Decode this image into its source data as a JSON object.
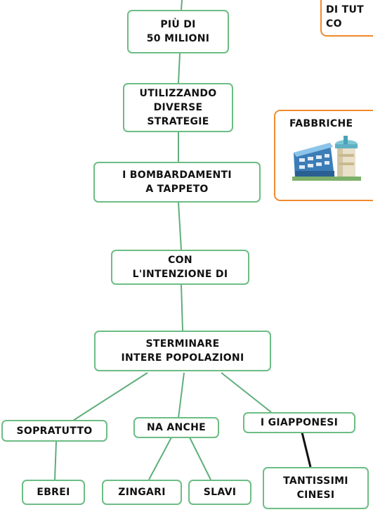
{
  "colors": {
    "green_border": "#6cbd84",
    "green_link": "#5fae79",
    "orange_border": "#f28a2e",
    "dark_link": "#111111"
  },
  "nodes": {
    "piu_di": "PIÙ DI\n50 MILIONI",
    "utilizzando": "UTILIZZANDO\nDIVERSE\nSTRATEGIE",
    "bombardamenti": "I BOMBARDAMENTI\nA TAPPETO",
    "intenzione": "CON\nL'INTENZIONE DI",
    "sterminare": "STERMINARE\nINTERE POPOLAZIONI",
    "sopratutto": "SOPRATUTTO",
    "na_anche": "NA ANCHE",
    "giapponesi": "I GIAPPONESI",
    "ebrei": "EBREI",
    "zingari": "ZINGARI",
    "slavi": "SLAVI",
    "tantissimi": "TANTISSIMI\nCINESI",
    "di_tutti": "DI TUT\nCO",
    "fabbriche": "FABBRICHE"
  },
  "icons": {
    "fabbriche_image": "factory-icon"
  }
}
